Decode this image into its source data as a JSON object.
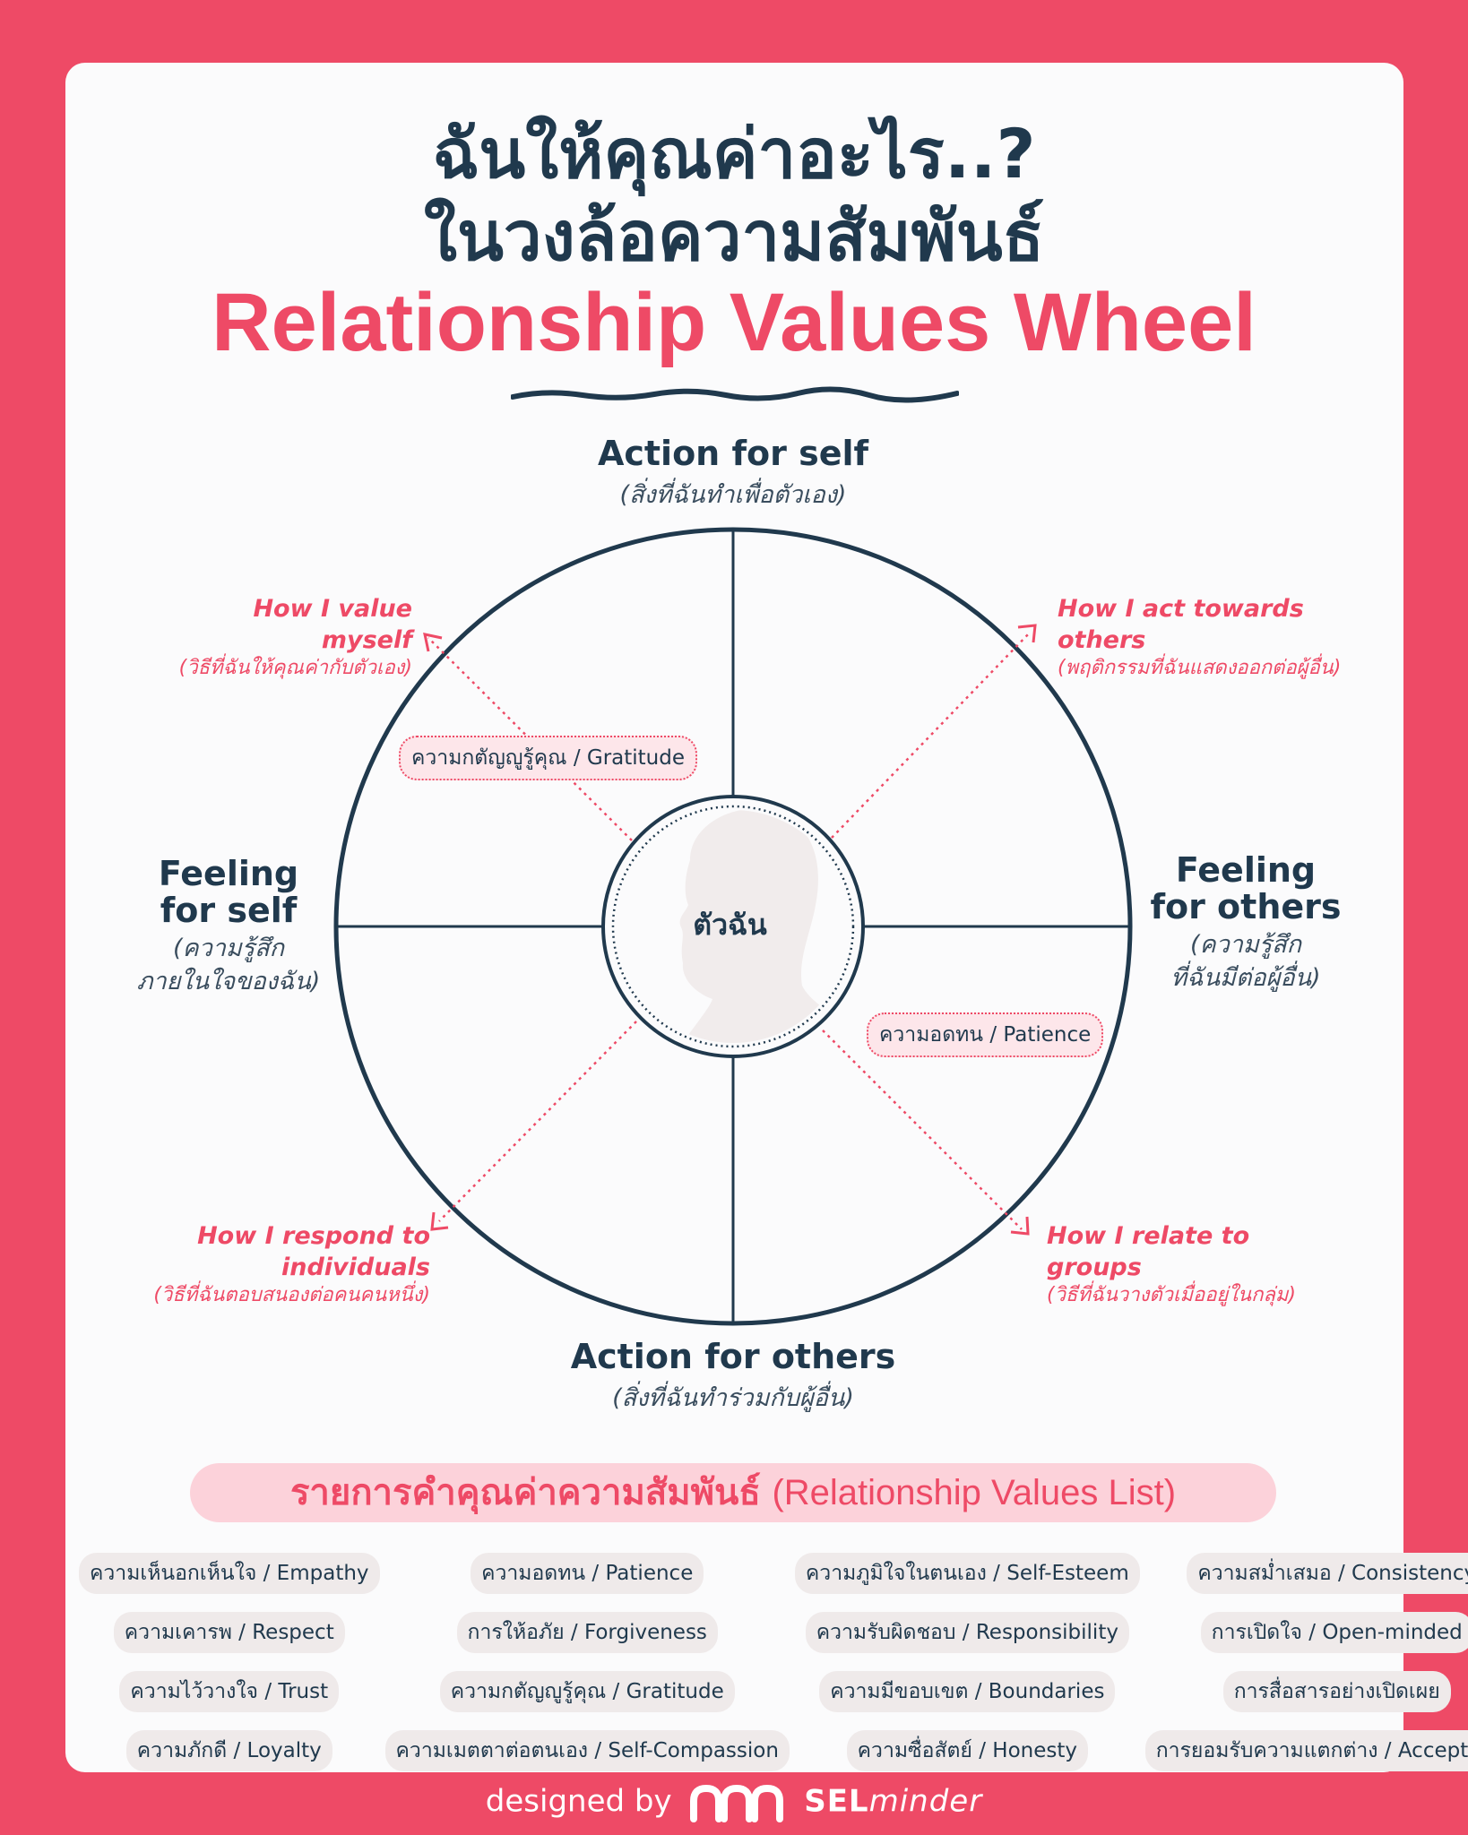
{
  "title": {
    "line1": "ฉันให้คุณค่าอะไร..?",
    "line2": "ในวงล้อความสัมพันธ์",
    "line3": "Relationship Values Wheel"
  },
  "wheel": {
    "center": "ตัวฉัน",
    "top": {
      "title": "Action for self",
      "sub": "(สิ่งที่ฉันทำเพื่อตัวเอง)"
    },
    "bottom": {
      "title": "Action for others",
      "sub": "(สิ่งที่ฉันทำร่วมกับผู้อื่น)"
    },
    "left": {
      "title1": "Feeling",
      "title2": "for self",
      "sub1": "(ความรู้สึก",
      "sub2": "ภายในใจของฉัน)"
    },
    "right": {
      "title1": "Feeling",
      "title2": "for others",
      "sub1": "(ความรู้สึก",
      "sub2": "ที่ฉันมีต่อผู้อื่น)"
    },
    "diagonals": {
      "top_left": {
        "title": "How I value myself",
        "sub": "(วิธีที่ฉันให้คุณค่ากับตัวเอง)"
      },
      "top_right": {
        "title": "How I act towards others",
        "sub": "(พฤติกรรมที่ฉันแสดงออกต่อผู้อื่น)"
      },
      "bottom_left": {
        "title": "How I respond to individuals",
        "sub": "(วิธีที่ฉันตอบสนองต่อคนคนหนึ่ง)"
      },
      "bottom_right": {
        "title": "How I relate to groups",
        "sub": "(วิธีที่ฉันวางตัวเมื่ออยู่ในกลุ่ม)"
      }
    },
    "examples": {
      "gratitude": "ความกตัญญูรู้คุณ / Gratitude",
      "patience": "ความอดทน / Patience"
    }
  },
  "list": {
    "title_th": "รายการคำคุณค่าความสัมพันธ์",
    "title_en": "(Relationship Values List)",
    "items": [
      "ความเห็นอกเห็นใจ / Empathy",
      "ความอดทน / Patience",
      "ความภูมิใจในตนเอง / Self-Esteem",
      "ความสม่ำเสมอ / Consistency",
      "ความเคารพ / Respect",
      "การให้อภัย / Forgiveness",
      "ความรับผิดชอบ / Responsibility",
      "การเปิดใจ / Open-minded",
      "ความไว้วางใจ / Trust",
      "ความกตัญญูรู้คุณ / Gratitude",
      "ความมีขอบเขต / Boundaries",
      "การสื่อสารอย่างเปิดเผย",
      "ความภักดี / Loyalty",
      "ความเมตตาต่อตนเอง / Self-Compassion",
      "ความซื่อสัตย์ / Honesty",
      "การยอมรับความแตกต่าง / Acceptance"
    ]
  },
  "footer": {
    "designed_by": "designed by",
    "brand_bold": "SEL",
    "brand_italic": "minder"
  },
  "colors": {
    "accent": "#ee4a66",
    "navy": "#20394d",
    "card": "#fbfbfc",
    "pill": "#efeaea"
  }
}
